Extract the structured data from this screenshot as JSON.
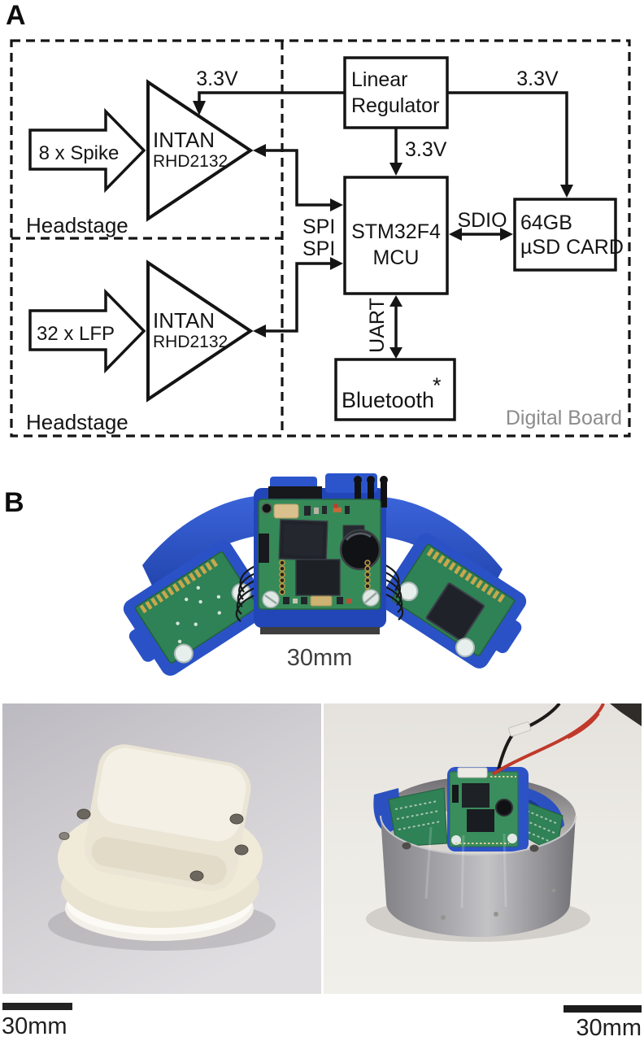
{
  "figure": {
    "panel_a": {
      "label": "A",
      "headstages": [
        {
          "input_label": "8 x Spike",
          "amp_name": "INTAN",
          "amp_part": "RHD2132",
          "caption": "Headstage"
        },
        {
          "input_label": "32 x LFP",
          "amp_name": "INTAN",
          "amp_part": "RHD2132",
          "caption": "Headstage"
        }
      ],
      "digital_board": {
        "caption": "Digital Board",
        "regulator_line1": "Linear",
        "regulator_line2": "Regulator",
        "mcu_line1": "STM32F4",
        "mcu_line2": "MCU",
        "sd_line1": "64GB",
        "sd_line2": "µSD CARD",
        "bluetooth_label": "Bluetooth",
        "bluetooth_note": "*"
      },
      "signal_labels": {
        "v33_to_amp": "3.3V",
        "v33_to_mcu": "3.3V",
        "v33_to_sd": "3.3V",
        "spi_top": "SPI",
        "spi_bottom": "SPI",
        "sdio": "SDIO",
        "uart": "UART"
      }
    },
    "panel_b": {
      "label": "B",
      "scale_bar_assembly": "30mm",
      "scale_bar_potted": "30mm",
      "scale_bar_enclosure": "30mm"
    },
    "colors": {
      "diagram_line": "#141414",
      "digital_board_caption": "#8c8c8c",
      "scale_bar": "#2b2b2b",
      "holder_blue": "#2a52c6",
      "pcb_green": "#2f8156"
    }
  }
}
